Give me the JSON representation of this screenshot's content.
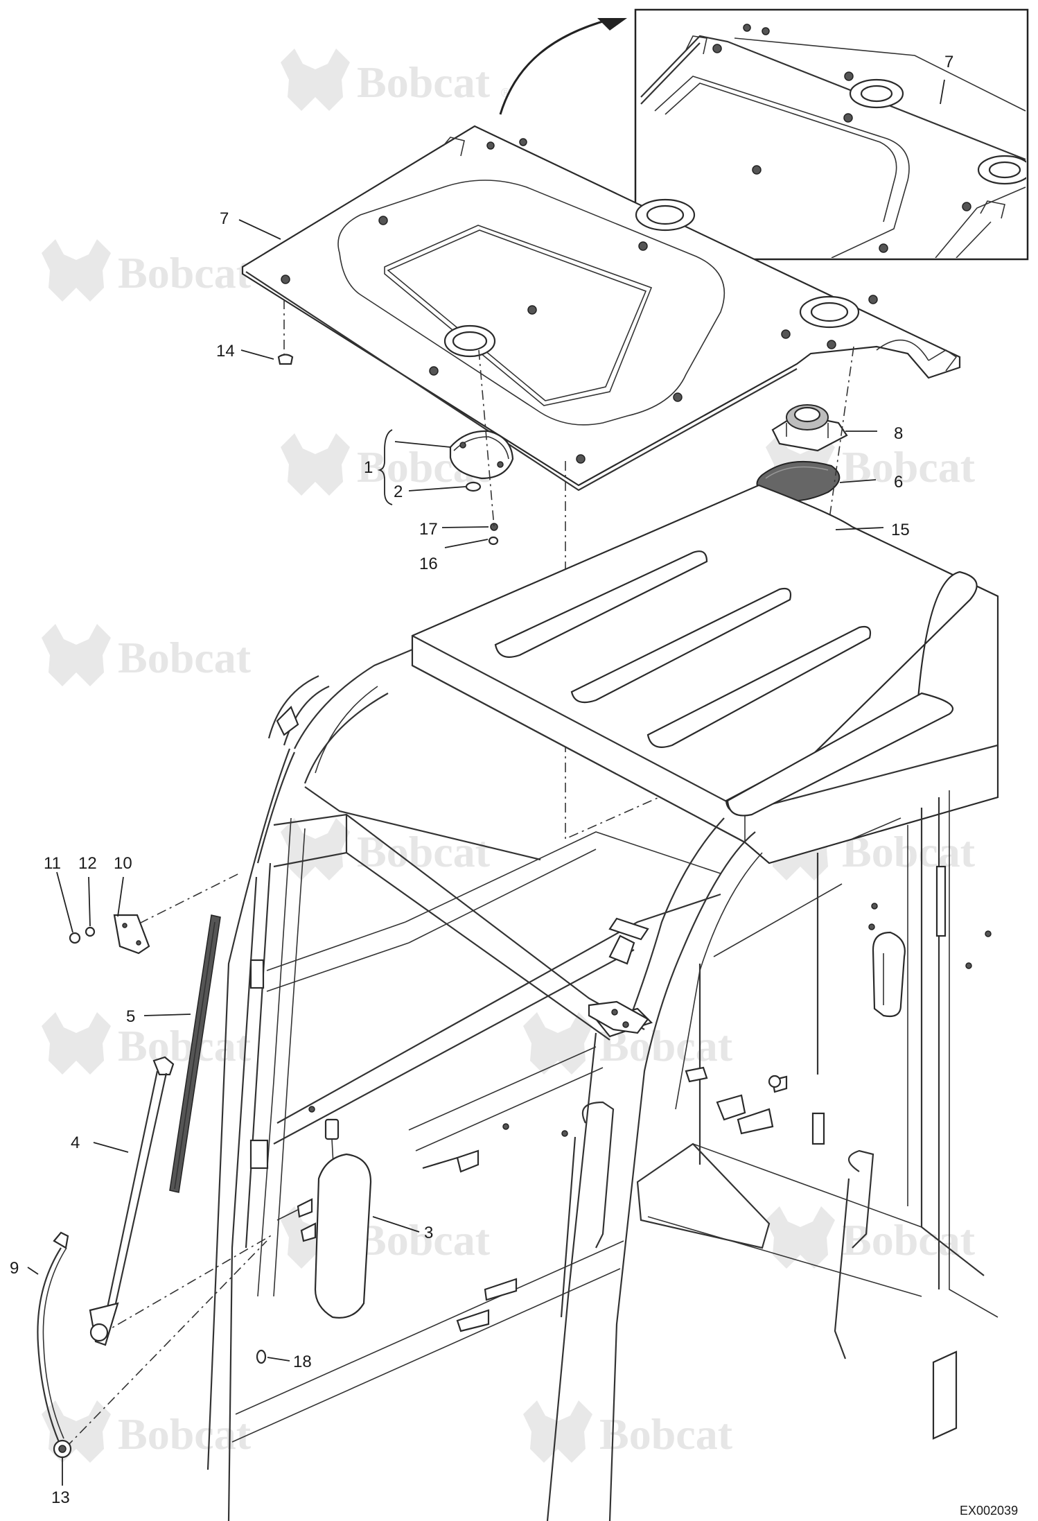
{
  "diagram": {
    "watermark": {
      "brand": "Bobcat",
      "mark": "®"
    },
    "drawing_code": "EX002039",
    "callouts": [
      {
        "id": "7",
        "label": "7"
      },
      {
        "id": "7b",
        "label": "7"
      },
      {
        "id": "14",
        "label": "14"
      },
      {
        "id": "1",
        "label": "1"
      },
      {
        "id": "2",
        "label": "2"
      },
      {
        "id": "17",
        "label": "17"
      },
      {
        "id": "16",
        "label": "16"
      },
      {
        "id": "8",
        "label": "8"
      },
      {
        "id": "6",
        "label": "6"
      },
      {
        "id": "15",
        "label": "15"
      },
      {
        "id": "11",
        "label": "11"
      },
      {
        "id": "12",
        "label": "12"
      },
      {
        "id": "10",
        "label": "10"
      },
      {
        "id": "5",
        "label": "5"
      },
      {
        "id": "4",
        "label": "4"
      },
      {
        "id": "3",
        "label": "3"
      },
      {
        "id": "9",
        "label": "9"
      },
      {
        "id": "13",
        "label": "13"
      },
      {
        "id": "18",
        "label": "18"
      }
    ],
    "colors": {
      "line": "#2a2a2a",
      "watermark": "#e6e6e6",
      "part_fill": "#bdbdbd"
    }
  }
}
